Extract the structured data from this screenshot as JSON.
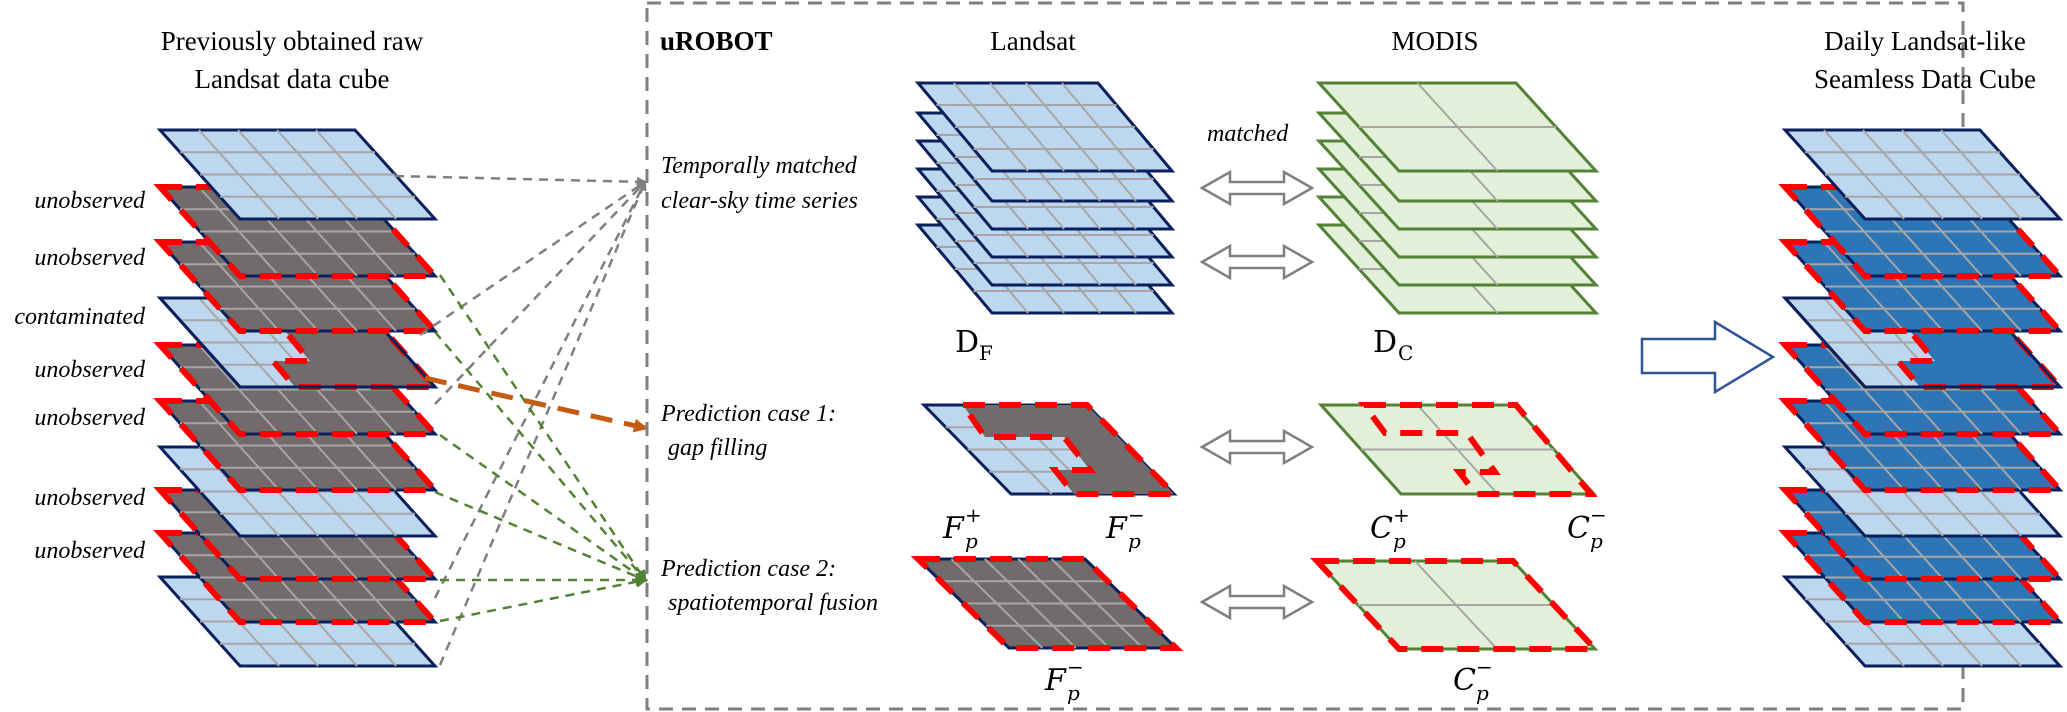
{
  "left_panel": {
    "title_line1": "Previously obtained raw",
    "title_line2": "Landsat data cube",
    "layer_labels": [
      "unobserved",
      "unobserved",
      "contaminated",
      "unobserved",
      "unobserved",
      "unobserved",
      "unobserved"
    ],
    "layers": [
      {
        "state": "clear"
      },
      {
        "state": "unobserved",
        "label": "unobserved"
      },
      {
        "state": "unobserved",
        "label": "unobserved"
      },
      {
        "state": "contaminated",
        "label": "contaminated"
      },
      {
        "state": "unobserved",
        "label": "unobserved"
      },
      {
        "state": "unobserved",
        "label": "unobserved"
      },
      {
        "state": "clear"
      },
      {
        "state": "unobserved",
        "label": "unobserved"
      },
      {
        "state": "unobserved",
        "label": "unobserved"
      },
      {
        "state": "clear"
      }
    ]
  },
  "center_panel": {
    "name": "uROBOT",
    "col_landsat": "Landsat",
    "col_modis": "MODIS",
    "row1_line1": "Temporally matched",
    "row1_line2": "clear-sky time series",
    "matched_label": "matched",
    "df_main": "D",
    "df_sub": "F",
    "dc_main": "D",
    "dc_sub": "C",
    "row2_line1": "Prediction case 1:",
    "row2_line2": "gap filling",
    "row3_line1": "Prediction case 2:",
    "row3_line2": "spatiotemporal fusion",
    "fp_plus": {
      "main": "F",
      "sub": "p",
      "sup": "+"
    },
    "fp_minus": {
      "main": "F",
      "sub": "p",
      "sup": "−"
    },
    "cp_plus": {
      "main": "C",
      "sub": "p",
      "sup": "+"
    },
    "cp_minus": {
      "main": "C",
      "sub": "p",
      "sup": "−"
    }
  },
  "right_panel": {
    "title_line1": "Daily Landsat-like",
    "title_line2": "Seamless Data Cube"
  },
  "colors": {
    "landsat_fill": "#bdd7ee",
    "landsat_stroke": "#0b1f5c",
    "unobserved_fill": "#716c6b",
    "filled_fill": "#2e75b6",
    "modis_fill": "#e2efd9",
    "modis_stroke": "#538135",
    "gap_border": "#ff0000",
    "grid_line": "#a6a6a6",
    "box_border": "#7f7f7f",
    "gray_connector": "#7f7f7f",
    "green_connector": "#548235",
    "orange_connector": "#c55a11"
  }
}
